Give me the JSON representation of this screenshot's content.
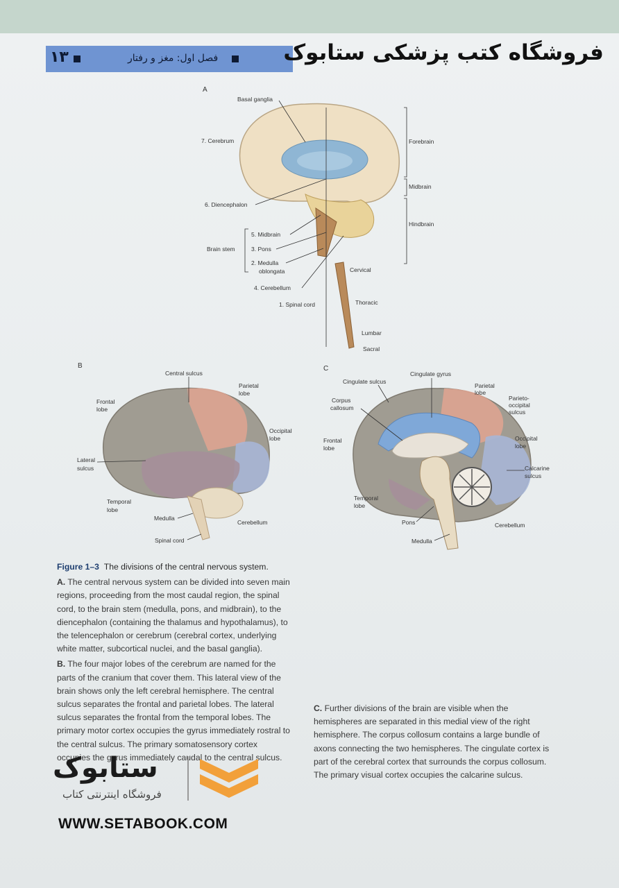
{
  "header": {
    "shop_title": "فروشگاه کتب پزشکی ستابوک",
    "page_number": "۱۳",
    "chapter": "فصل اول: مغز و رفتار"
  },
  "figure": {
    "panel_a": {
      "letter": "A",
      "basal_ganglia": "Basal ganglia",
      "cerebrum": "7. Cerebrum",
      "diencephalon": "6. Diencephalon",
      "brain_stem": "Brain stem",
      "midbrain": "5. Midbrain",
      "pons": "3. Pons",
      "medulla_1": "2. Medulla",
      "medulla_2": "oblongata",
      "cerebellum": "4. Cerebellum",
      "spinal_cord": "1. Spinal cord",
      "forebrain": "Forebrain",
      "midbrain_div": "Midbrain",
      "hindbrain": "Hindbrain",
      "cervical": "Cervical",
      "thoracic": "Thoracic",
      "lumbar": "Lumbar",
      "sacral": "Sacral"
    },
    "panel_b": {
      "letter": "B",
      "central_sulcus": "Central sulcus",
      "parietal_1": "Parietal",
      "parietal_2": "lobe",
      "frontal_1": "Frontal",
      "frontal_2": "lobe",
      "occipital_1": "Occipital",
      "occipital_2": "lobe",
      "lateral_1": "Lateral",
      "lateral_2": "sulcus",
      "temporal_1": "Temporal",
      "temporal_2": "lobe",
      "medulla": "Medulla",
      "cerebellum": "Cerebellum",
      "spinal_cord": "Spinal cord"
    },
    "panel_c": {
      "letter": "C",
      "cingulate_sulcus": "Cingulate sulcus",
      "cingulate_gyrus": "Cingulate gyrus",
      "parietal_1": "Parietal",
      "parietal_2": "lobe",
      "corpus_1": "Corpus",
      "corpus_2": "callosum",
      "po_1": "Parieto-",
      "po_2": "occipital",
      "po_3": "sulcus",
      "frontal_1": "Frontal",
      "frontal_2": "lobe",
      "occipital_1": "Occipital",
      "occipital_2": "lobe",
      "calcarine_1": "Calcarine",
      "calcarine_2": "sulcus",
      "temporal_1": "Temporal",
      "temporal_2": "lobe",
      "pons": "Pons",
      "cerebellum": "Cerebellum",
      "medulla": "Medulla"
    }
  },
  "caption": {
    "title_label": "Figure 1–3",
    "title_text": "The divisions of the central nervous system.",
    "a_letter": "A.",
    "a_text": "The central nervous system can be divided into seven main regions, proceeding from the most caudal region, the spinal cord, to the brain stem (medulla, pons, and midbrain), to the diencephalon (containing the thalamus and hypothalamus), to the telencephalon or cerebrum (cerebral cortex, underlying white matter, subcortical nuclei, and the basal ganglia).",
    "b_letter": "B.",
    "b_text": "The four major lobes of the cerebrum are named for the parts of the cranium that cover them. This lateral view of the brain shows only the left cerebral hemisphere. The central sulcus separates the frontal and parietal lobes. The lateral sulcus separates the frontal from the temporal lobes. The primary motor cortex occupies the gyrus immediately rostral to the central sulcus. The primary somatosensory cortex occupies the gyrus immediately caudal to the central sulcus.",
    "c_letter": "C.",
    "c_text": "Further divisions of the brain are visible when the hemispheres are separated in this medial view of the right hemisphere. The corpus collosum contains a large bundle of axons connecting the two hemispheres. The cingulate cortex is part of the cerebral cortex that surrounds the corpus collosum. The primary visual cortex occupies the calcarine sulcus."
  },
  "logo": {
    "brand": "ستابوک",
    "tagline": "فروشگاه اینترنتی کتاب",
    "url": "WWW.SETABOOK.COM"
  },
  "colors": {
    "header_bar": "#6f94d2",
    "logo_orange": "#f2a03a",
    "caption_title": "#1f3f70"
  }
}
